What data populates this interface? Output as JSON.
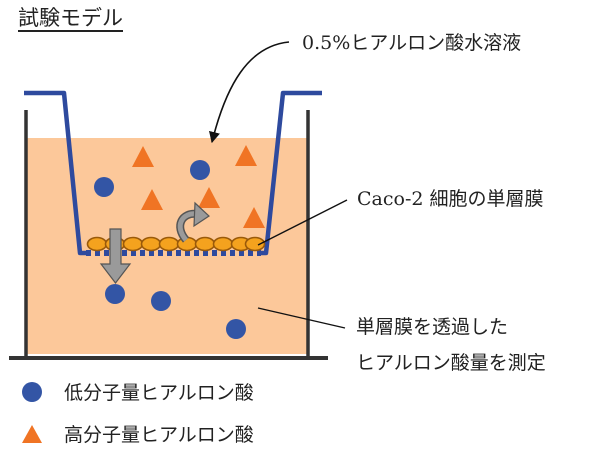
{
  "title": "試験モデル",
  "labels": {
    "solution": "0.5%ヒアルロン酸水溶液",
    "monolayer": "Caco-2 細胞の単層膜",
    "transmitted_line1": "単層膜を透過した",
    "transmitted_line2": "ヒアルロン酸量を測定"
  },
  "legend": [
    {
      "shape": "circle",
      "color": "#3355a5",
      "label": "低分子量ヒアルロン酸"
    },
    {
      "shape": "triangle",
      "color": "#f07424",
      "label": "高分子量ヒアルロン酸"
    }
  ],
  "colors": {
    "medium": "#fcc89a",
    "insert": "#2e4a9e",
    "cells": "#f4a21e",
    "low_mw": "#3355a5",
    "high_mw": "#f07424",
    "arrow": "#9a9a9a",
    "well": "#333333"
  }
}
